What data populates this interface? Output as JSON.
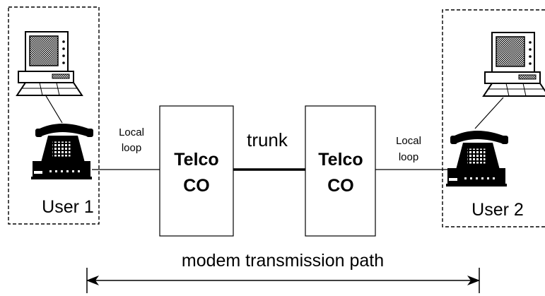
{
  "users": [
    {
      "label": "User 1"
    },
    {
      "label": "User 2"
    }
  ],
  "local_loop_left": [
    "Local",
    "loop"
  ],
  "local_loop_right": [
    "Local",
    "loop"
  ],
  "offices": [
    {
      "line1": "Telco",
      "line2": "CO"
    },
    {
      "line1": "Telco",
      "line2": "CO"
    }
  ],
  "trunk_label": "trunk",
  "path_label": "modem transmission path",
  "icons": [
    "computer-icon",
    "telephone-modem-icon"
  ]
}
